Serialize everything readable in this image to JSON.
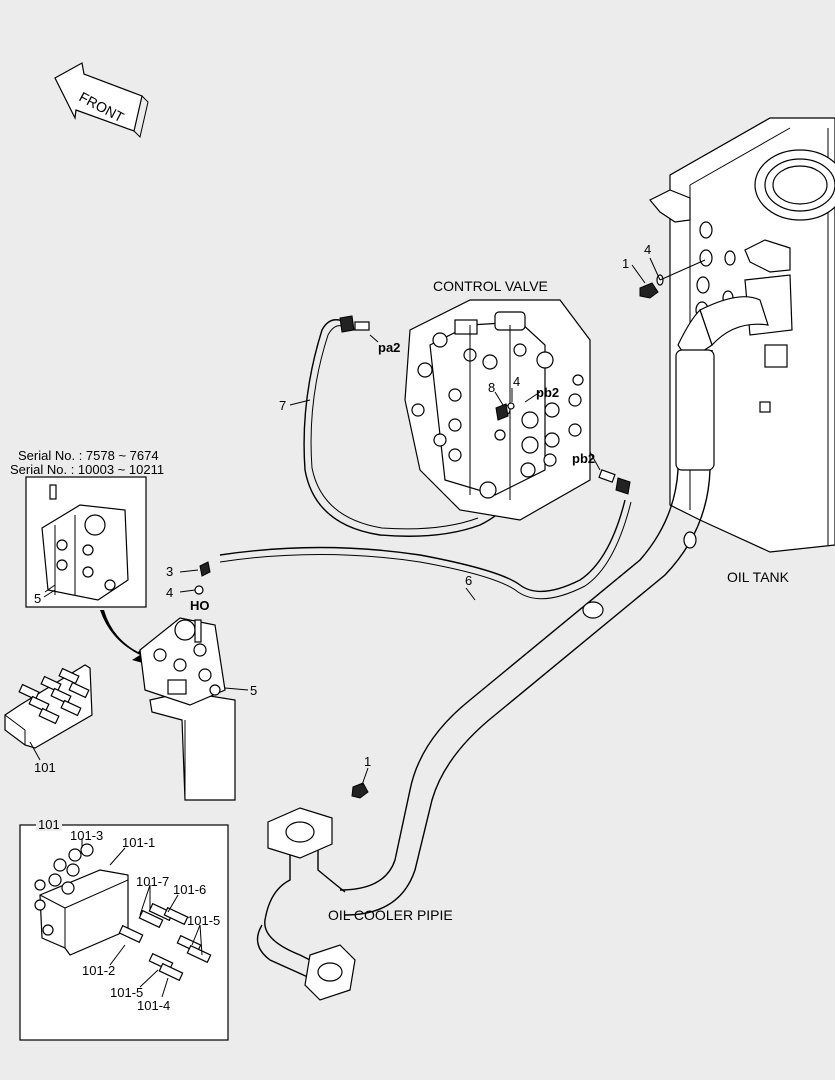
{
  "front_arrow": {
    "label": "FRONT"
  },
  "titles": {
    "control_valve": "CONTROL VALVE",
    "oil_tank": "OIL TANK",
    "oil_cooler_pipe": "OIL COOLER PIPIE"
  },
  "serial": {
    "line1": "Serial No. : 7578 ~ 7674",
    "line2": "Serial No. : 10003 ~ 10211"
  },
  "callouts": {
    "c1_top": "1",
    "c4_top": "4",
    "pa2": "pa2",
    "pb2_upper": "pb2",
    "pb2_lower": "pb2",
    "c8": "8",
    "c4_valve": "4",
    "c7": "7",
    "c6": "6",
    "c3": "3",
    "c4_left": "4",
    "ho": "HO",
    "c5_box": "5",
    "c5_main": "5",
    "c101_bracket": "101",
    "c1_lower": "1"
  },
  "detail_box": {
    "title": "101",
    "labels": {
      "p101_3": "101-3",
      "p101_1": "101-1",
      "p101_7": "101-7",
      "p101_6": "101-6",
      "p101_5a": "101-5",
      "p101_2": "101-2",
      "p101_5b": "101-5",
      "p101_4": "101-4"
    }
  }
}
